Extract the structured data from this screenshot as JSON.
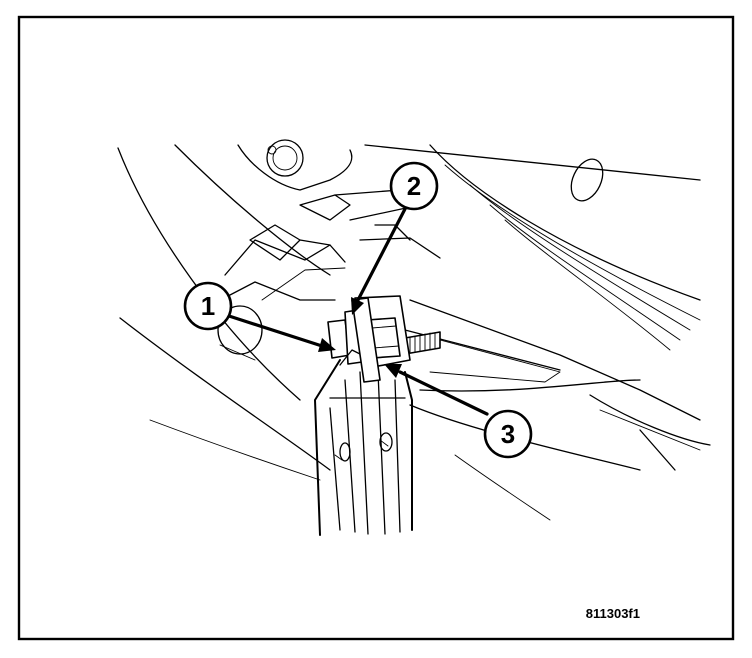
{
  "figure": {
    "callouts": [
      {
        "label": "1"
      },
      {
        "label": "2"
      },
      {
        "label": "3"
      }
    ],
    "figure_code": "811303f1"
  }
}
